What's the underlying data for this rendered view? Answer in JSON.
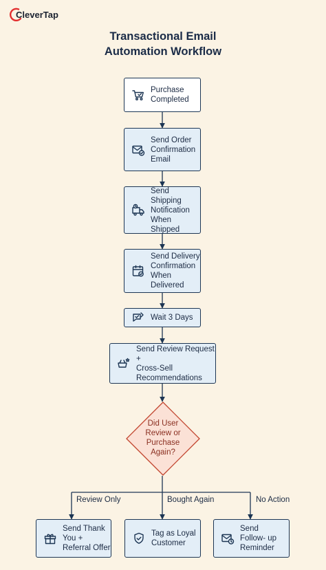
{
  "brand": {
    "name": "CleverTap"
  },
  "title": {
    "line1": "Transactional Email",
    "line2": "Automation Workflow"
  },
  "colors": {
    "background": "#fbf3e4",
    "stroke": "#1c3553",
    "node_fill": "#e3eef7",
    "decision_fill": "#fbe1d6",
    "decision_text": "#8a2f21",
    "brand_red": "#e32f2f"
  },
  "steps": [
    {
      "label": "Purchase\nCompleted",
      "icon": "cart-icon"
    },
    {
      "label": "Send Order\nConfirmation\nEmail",
      "icon": "email-check-icon"
    },
    {
      "label": "Send Shipping\nNotification\nWhen Shipped",
      "icon": "truck-icon"
    },
    {
      "label": "Send Delivery\nConfirmation\nWhen\nDelivered",
      "icon": "calendar-check-icon"
    },
    {
      "label": "Wait 3 Days",
      "icon": "wait-check-icon"
    },
    {
      "label": "Send Review Request +\nCross-Sell\nRecommendations",
      "icon": "review-cart-icon"
    }
  ],
  "decision": {
    "label": "Did User\nReview or\nPurchase\nAgain?"
  },
  "branches": [
    {
      "condition": "Review Only",
      "label": "Send Thank\nYou +\nReferral Offer",
      "icon": "gift-icon"
    },
    {
      "condition": "Bought Again",
      "label": "Tag as Loyal\nCustomer",
      "icon": "shield-check-icon"
    },
    {
      "condition": "No Action",
      "label": "Send\nFollow- up\nReminder",
      "icon": "email-clock-icon"
    }
  ]
}
